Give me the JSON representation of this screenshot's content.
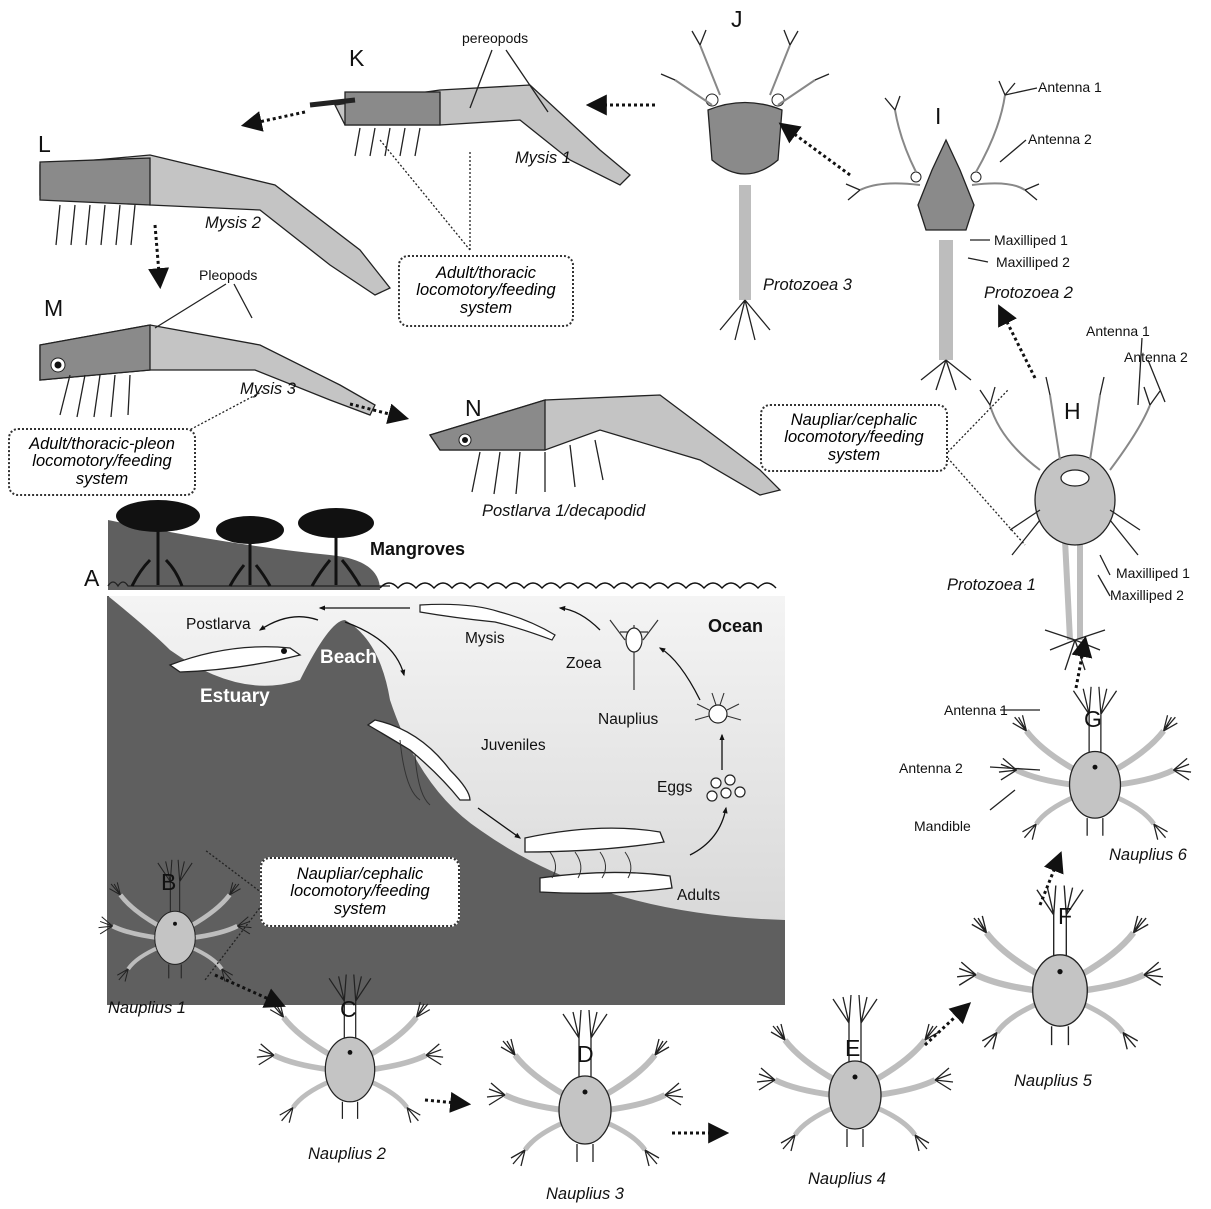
{
  "panels": {
    "A": {
      "letter": "A"
    },
    "B": {
      "letter": "B",
      "stage": "Nauplius 1"
    },
    "C": {
      "letter": "C",
      "stage": "Nauplius 2"
    },
    "D": {
      "letter": "D",
      "stage": "Nauplius 3"
    },
    "E": {
      "letter": "E",
      "stage": "Nauplius 4"
    },
    "F": {
      "letter": "F",
      "stage": "Nauplius 5"
    },
    "G": {
      "letter": "G",
      "stage": "Nauplius 6"
    },
    "H": {
      "letter": "H",
      "stage": "Protozoea 1"
    },
    "I": {
      "letter": "I",
      "stage": "Protozoea 2"
    },
    "J": {
      "letter": "J",
      "stage": "Protozoea 3"
    },
    "K": {
      "letter": "K",
      "stage": "Mysis 1"
    },
    "L": {
      "letter": "L",
      "stage": "Mysis 2"
    },
    "M": {
      "letter": "M",
      "stage": "Mysis 3"
    },
    "N": {
      "letter": "N",
      "stage": "Postlarva 1/decapodid"
    }
  },
  "part_labels": {
    "pereopods": "pereopods",
    "pleopods": "Pleopods",
    "antenna1": "Antenna 1",
    "antenna2": "Antenna 2",
    "maxilliped1": "Maxilliped 1",
    "maxilliped2": "Maxilliped 2",
    "mandible": "Mandible"
  },
  "boxes": {
    "adult_thoracic": [
      "Adult/thoracic",
      "locomotory/feeding",
      "system"
    ],
    "adult_pleon": [
      "Adult/thoracic-pleon",
      "locomotory/feeding",
      "system"
    ],
    "naupliar_top": [
      "Naupliar/cephalic",
      "locomotory/feeding",
      "system"
    ],
    "naupliar_bottom": [
      "Naupliar/cephalic",
      "locomotory/feeding",
      "system"
    ]
  },
  "ecology": {
    "mangroves": "Mangroves",
    "ocean": "Ocean",
    "beach": "Beach",
    "estuary": "Estuary",
    "postlarva": "Postlarva",
    "mysis": "Mysis",
    "zoea": "Zoea",
    "nauplius": "Nauplius",
    "eggs": "Eggs",
    "juveniles": "Juveniles",
    "adults": "Adults"
  },
  "colors": {
    "body_dark": "#8a8a8a",
    "body_light": "#c4c4c4",
    "ground": "#5f5f5f",
    "ocean_top": "#f4f4f4",
    "ocean_bottom": "#d4d4d4",
    "outline": "#222222"
  }
}
